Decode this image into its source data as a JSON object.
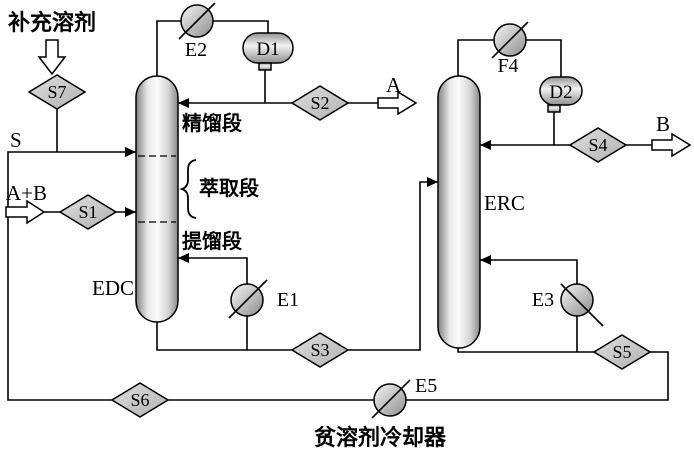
{
  "colors": {
    "line": "#000000",
    "equipment_light": "#f2f2f2",
    "equipment_dark": "#8a8a8a",
    "background": "#ffffff"
  },
  "labels": {
    "makeup_solvent": "补充溶剂",
    "stream_s": "S",
    "feed_ab": "A+B",
    "product_a": "A",
    "product_b": "B",
    "rectifying_section": "精馏段",
    "extraction_section": "萃取段",
    "stripping_section": "提馏段",
    "edc": "EDC",
    "erc": "ERC",
    "lean_solvent_cooler": "贫溶剂冷却器"
  },
  "equipment": {
    "e1": "E1",
    "e2": "E2",
    "e3": "E3",
    "f4": "F4",
    "e5": "E5",
    "d1": "D1",
    "d2": "D2"
  },
  "streams": {
    "s1": "S1",
    "s2": "S2",
    "s3": "S3",
    "s4": "S4",
    "s5": "S5",
    "s6": "S6",
    "s7": "S7"
  }
}
